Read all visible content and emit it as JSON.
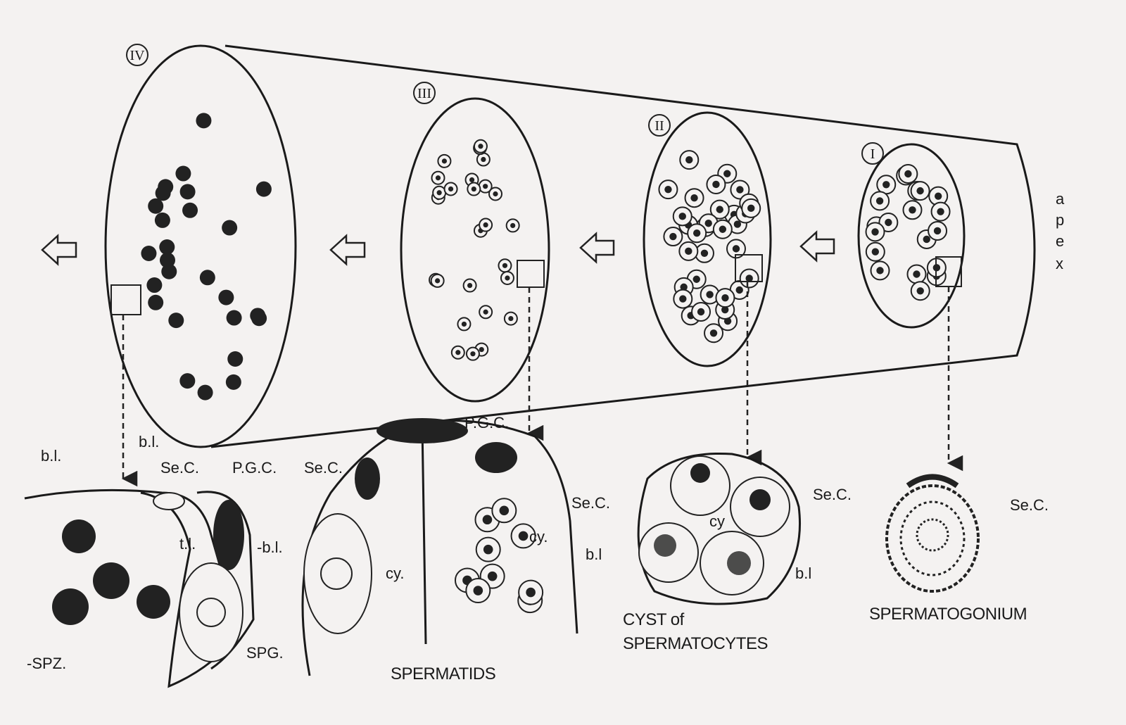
{
  "stages": [
    {
      "numeral": "IV"
    },
    {
      "numeral": "III"
    },
    {
      "numeral": "II"
    },
    {
      "numeral": "I"
    }
  ],
  "apex_label": [
    "a",
    "p",
    "e",
    "x"
  ],
  "labels": {
    "bl": "b.l.",
    "bl2": "b.l.",
    "bl3": "-b.l.",
    "bl4": "b.l",
    "bl5": "b.l",
    "sec1": "Se.C.",
    "pgc1": "P.G.C.",
    "sec2": "Se.C.",
    "pgc2": "P.G.C.",
    "tl": "t.l.",
    "cy1": "cy.",
    "cy2": "cy.",
    "cy3": "cy",
    "spg": "SPG.",
    "spz": "-SPZ.",
    "sec3": "Se.C.",
    "sec4": "Se.C.",
    "sec5": "Se.C."
  },
  "captions": {
    "spermatids": "SPERMATIDS",
    "cyst_line1": "CYST of",
    "cyst_line2": "SPERMATOCYTES",
    "spermatogonium": "SPERMATOGONIUM"
  },
  "colors": {
    "ink": "#1a1a1a",
    "paper": "#f4f2f1"
  }
}
